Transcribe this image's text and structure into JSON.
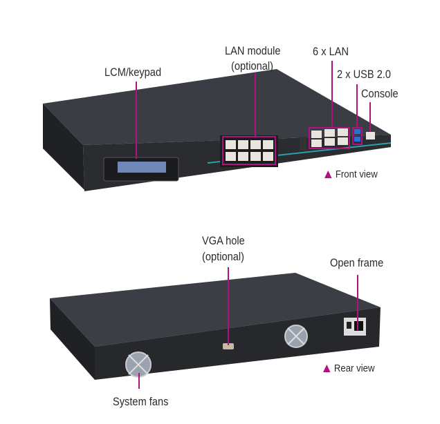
{
  "accent_color": "#b0137e",
  "front": {
    "labels": {
      "lcm": "LCM/keypad",
      "lan_module_1": "LAN module",
      "lan_module_2": "(optional)",
      "six_lan": "6 x LAN",
      "usb": "2 x USB 2.0",
      "console": "Console"
    },
    "view_caption": "Front view"
  },
  "rear": {
    "labels": {
      "vga_1": "VGA hole",
      "vga_2": "(optional)",
      "open_frame": "Open frame",
      "fans": "System fans"
    },
    "view_caption": "Rear view"
  }
}
